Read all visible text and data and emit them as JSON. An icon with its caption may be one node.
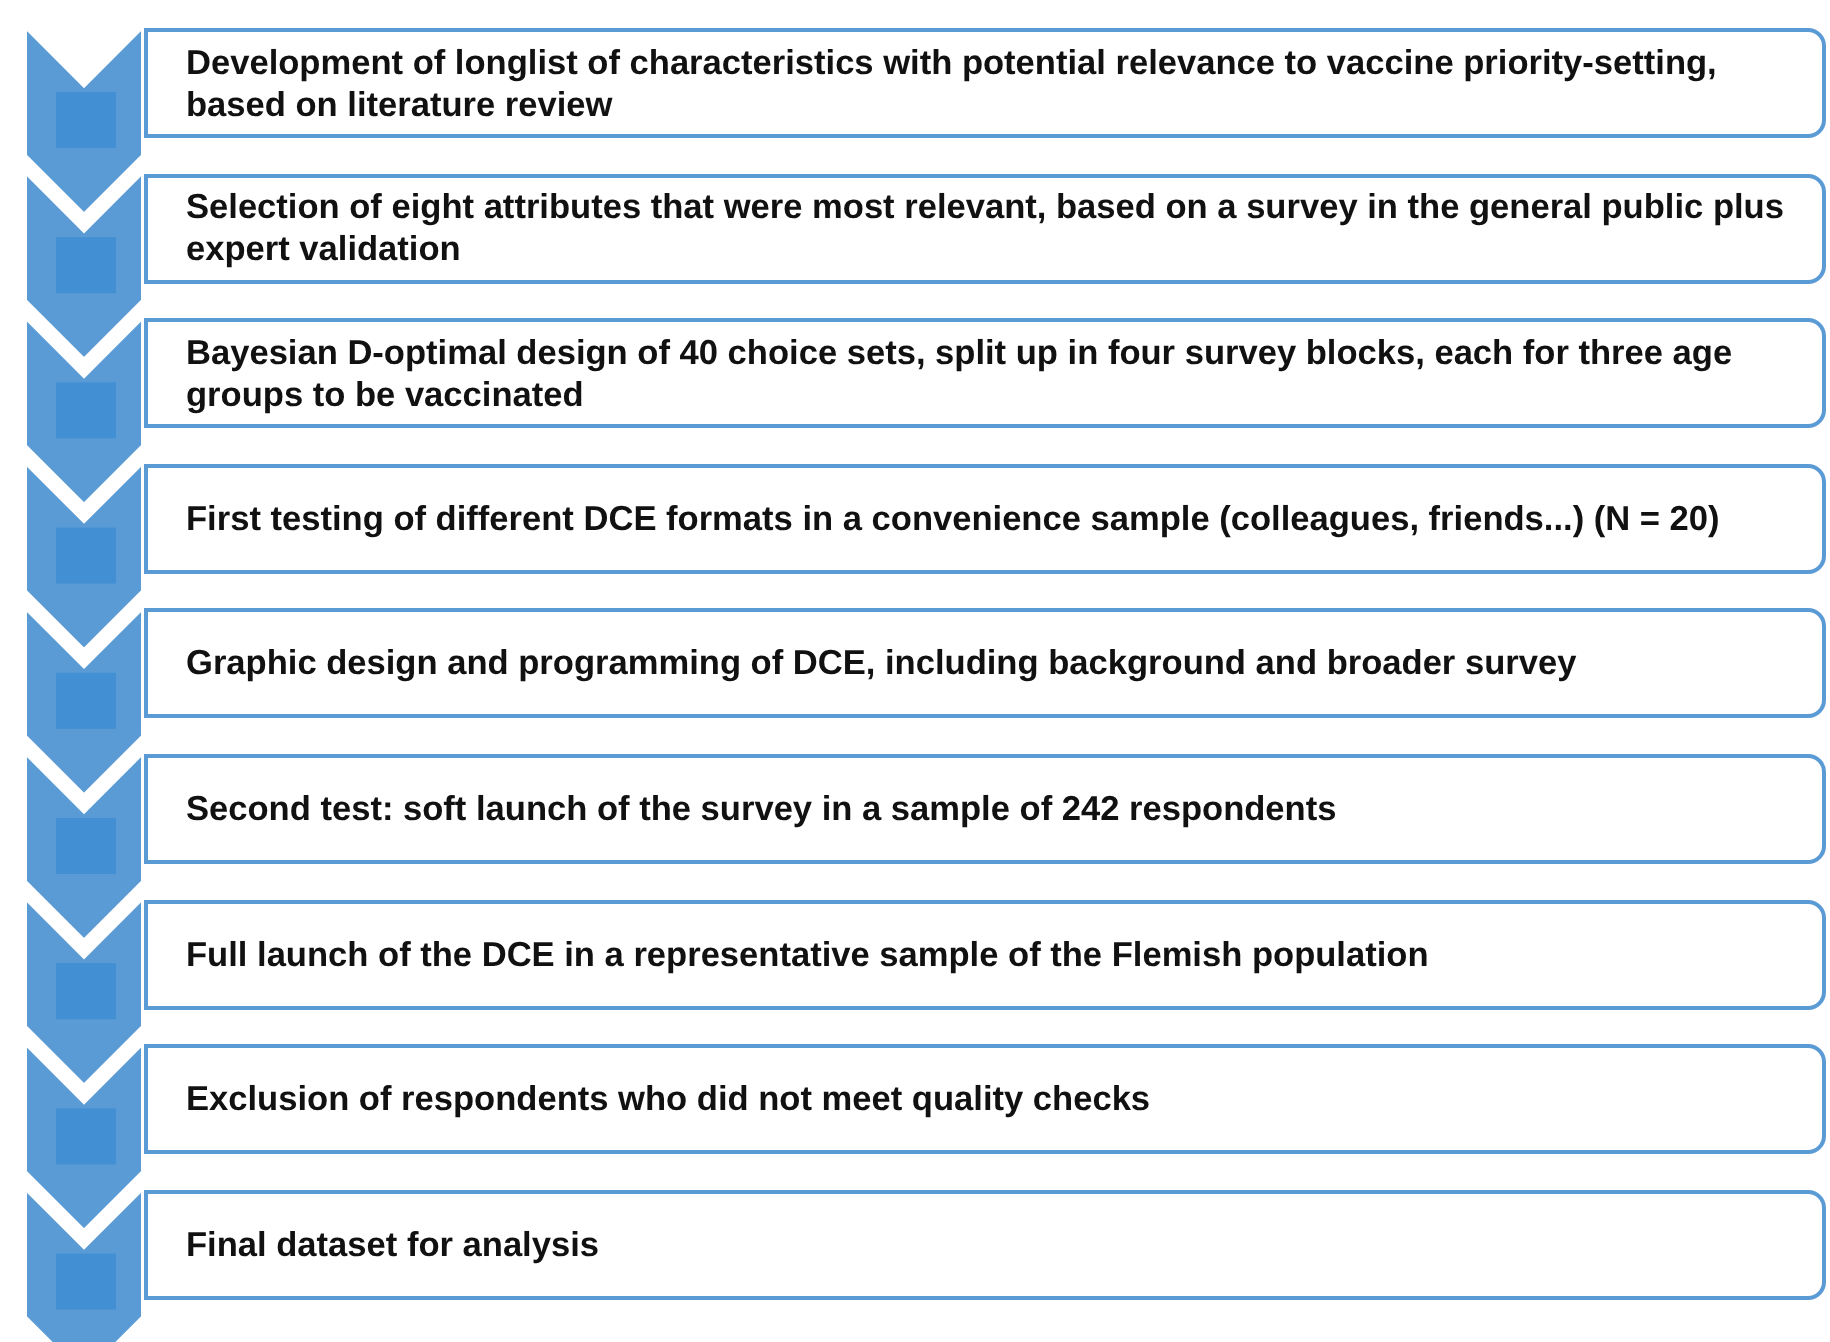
{
  "diagram": {
    "nodes": [
      {
        "text": [
          "Development of longlist of characteristics with potential relevance to vaccine priority-setting, based on literature review"
        ]
      },
      {
        "text": [
          "Selection of eight attributes that were most relevant, based on a survey in the general public plus expert validation"
        ]
      },
      {
        "text": [
          "Bayesian D-optimal design of 40 choice sets, split up in four survey blocks, each for three age groups to be vaccinated"
        ]
      },
      {
        "text": [
          "First testing of different DCE formats in a convenience sample (colleagues, friends...) (N = 20)"
        ]
      },
      {
        "text": [
          "Graphic design and programming of DCE, including background and broader survey"
        ]
      },
      {
        "text": [
          "Second test: soft launch of the survey in a sample of 242 respondents"
        ]
      },
      {
        "text": [
          "Full launch of the DCE in a representative sample of the Flemish population"
        ]
      },
      {
        "text": [
          "Exclusion of respondents who did not meet quality checks"
        ]
      },
      {
        "text": [
          "Final dataset for analysis"
        ]
      }
    ]
  }
}
